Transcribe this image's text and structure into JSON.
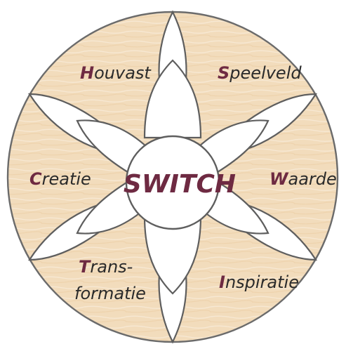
{
  "colors": {
    "disc_fill": "#f2dcbc",
    "disc_stroke": "#6b6b6b",
    "petal_fill": "#ffffff",
    "petal_stroke": "#5e5e5e",
    "initial_color": "#6e2a42",
    "text_color": "#2a2a2a",
    "center_text_color": "#6e2a42"
  },
  "center": {
    "label": "SWITCH"
  },
  "segments": [
    {
      "initial": "H",
      "rest": "ouvast"
    },
    {
      "initial": "S",
      "rest": "peelveld"
    },
    {
      "initial": "W",
      "rest": "aarde"
    },
    {
      "initial": "I",
      "rest": "nspiratie"
    },
    {
      "initial": "T",
      "rest": "rans-",
      "line2": "formatie"
    },
    {
      "initial": "C",
      "rest": "reatie"
    }
  ]
}
